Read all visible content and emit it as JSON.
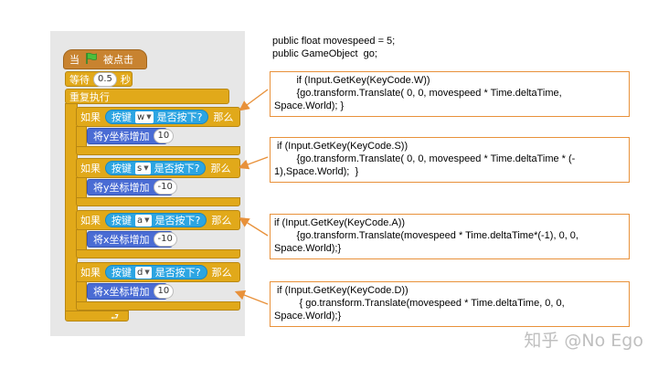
{
  "scratch": {
    "when_clicked": {
      "prefix": "当",
      "suffix": "被点击"
    },
    "wait": {
      "label": "等待",
      "value": "0.5",
      "unit": "秒"
    },
    "forever": {
      "label": "重复执行"
    },
    "if_label": "如果",
    "key_label": "按键",
    "pressed_label": "是否按下?",
    "then_label": "那么",
    "blocks": [
      {
        "key": "w",
        "action": "将y坐标增加",
        "value": "10"
      },
      {
        "key": "s",
        "action": "将y坐标增加",
        "value": "-10"
      },
      {
        "key": "a",
        "action": "将x坐标增加",
        "value": "-10"
      },
      {
        "key": "d",
        "action": "将x坐标增加",
        "value": "10"
      }
    ]
  },
  "code": {
    "header": [
      "public float movespeed = 5;",
      "public GameObject  go;"
    ],
    "boxes": [
      {
        "lines": [
          "        if (Input.GetKey(KeyCode.W))",
          "        {go.transform.Translate( 0, 0, movespeed * Time.deltaTime,",
          "Space.World); }"
        ]
      },
      {
        "lines": [
          " if (Input.GetKey(KeyCode.S))",
          "        {go.transform.Translate( 0, 0, movespeed * Time.deltaTime * (-",
          "1),Space.World);  }"
        ]
      },
      {
        "lines": [
          "if (Input.GetKey(KeyCode.A))",
          "        {go.transform.Translate(movespeed * Time.deltaTime*(-1), 0, 0,",
          "Space.World);}"
        ]
      },
      {
        "lines": [
          " if (Input.GetKey(KeyCode.D))",
          "         { go.transform.Translate(movespeed * Time.deltaTime, 0, 0,",
          "Space.World);}"
        ]
      }
    ]
  },
  "watermark": "知乎 @No Ego",
  "colors": {
    "arrow": "#e8913a",
    "event": "#c88330",
    "control": "#e1a91a",
    "motion": "#4a6cd4",
    "sensing": "#2ca5e2"
  }
}
